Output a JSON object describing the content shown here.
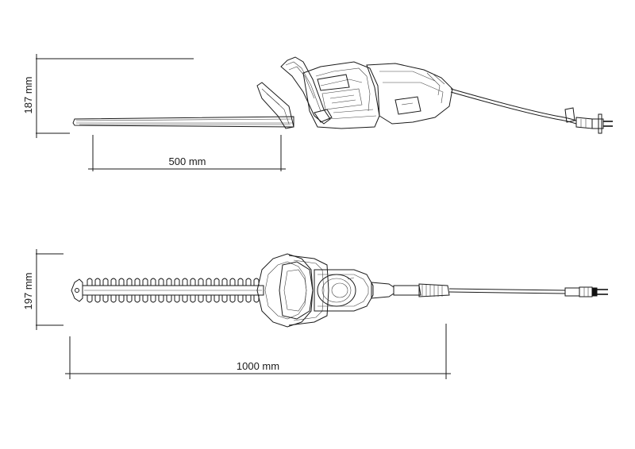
{
  "dimensions": {
    "side_view_height": "187 mm",
    "blade_length": "500 mm",
    "top_view_height": "197 mm",
    "total_length": "1000 mm"
  },
  "colors": {
    "line": "#1a1a1a",
    "background": "#ffffff"
  }
}
